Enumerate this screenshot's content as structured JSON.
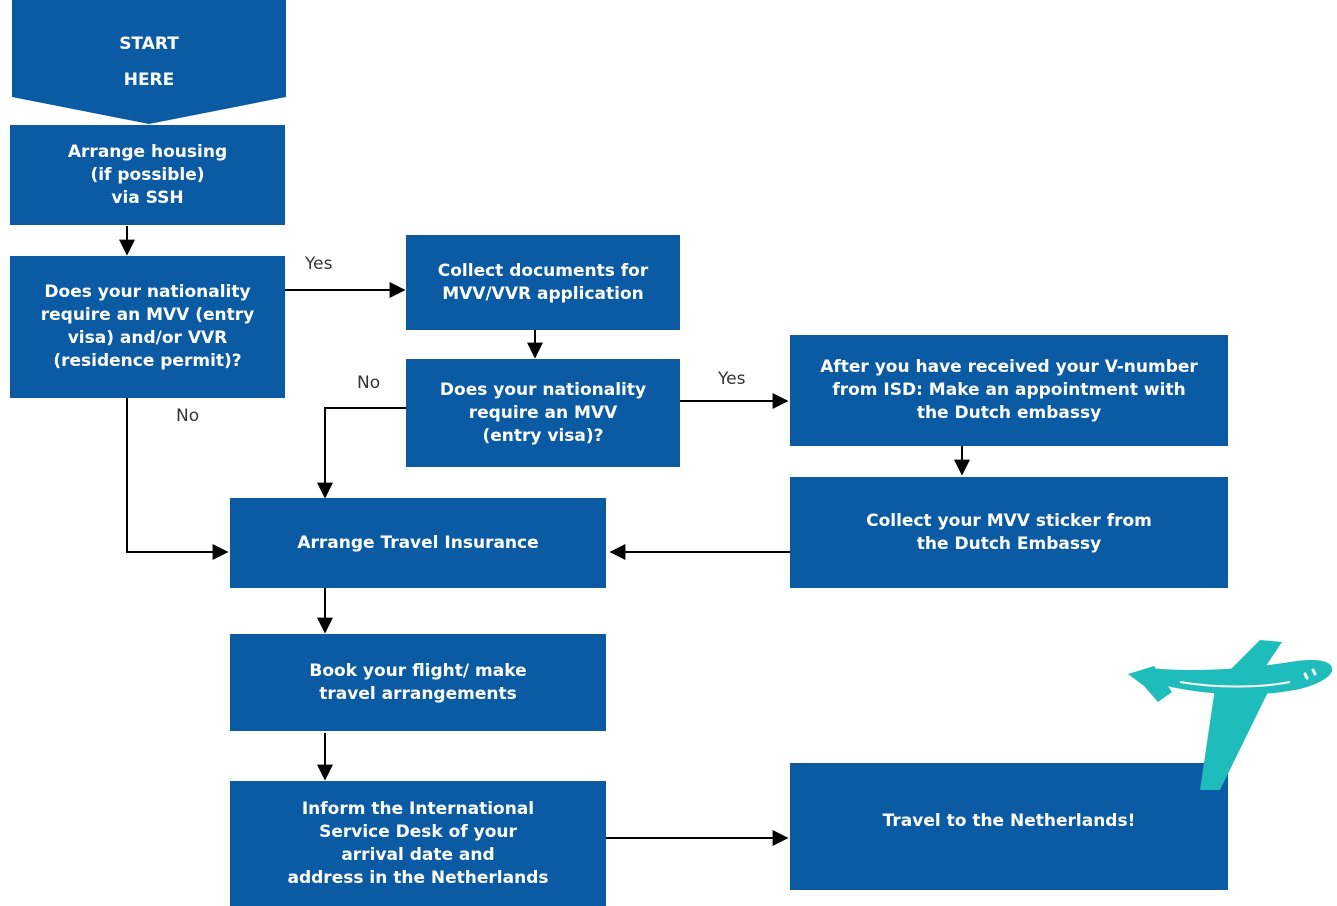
{
  "start": "START\nHERE",
  "steps": {
    "housing": "Arrange housing\n(if possible)\nvia SSH",
    "q_mvv_vvr": "Does your nationality\nrequire an MVV (entry\nvisa) and/or VVR\n(residence permit)?",
    "collect_docs": "Collect documents for\nMVV/VVR application",
    "q_mvv": "Does your nationality\nrequire an MVV\n(entry visa)?",
    "appointment": "After you have received your V-number\nfrom  ISD: Make an appointment with\nthe Dutch embassy",
    "sticker": "Collect your MVV sticker from\nthe Dutch Embassy",
    "insurance": "Arrange Travel Insurance",
    "flight": "Book your flight/ make\ntravel arrangements",
    "inform": "Inform the International\nService Desk of your\narrival date and\naddress in the Netherlands",
    "travel": "Travel to the Netherlands!"
  },
  "edge_labels": {
    "yes_1": "Yes",
    "no_1": "No",
    "no_2": "No",
    "yes_2": "Yes"
  },
  "colors": {
    "box": "#0a5aa4",
    "plane": "#1fbcbc",
    "line": "#000000"
  },
  "icons": {
    "plane": "airplane-icon"
  }
}
